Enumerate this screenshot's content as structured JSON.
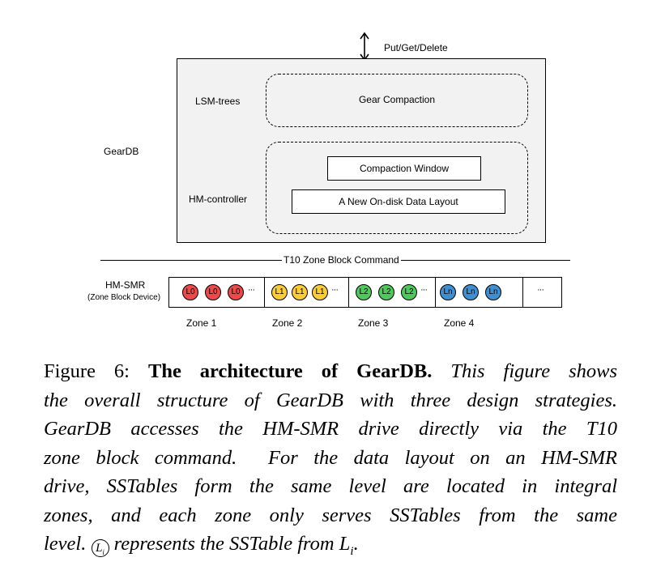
{
  "diagram": {
    "api_label": "Put/Get/Delete",
    "system_label": "GearDB",
    "lsm_label": "LSM-trees",
    "gear_compaction": "Gear Compaction",
    "hm_controller": "HM-controller",
    "compaction_window": "Compaction Window",
    "data_layout": "A New On-disk Data Layout",
    "command_label": "T10 Zone Block Command",
    "device_title": "HM-SMR",
    "device_subtitle": "(Zone Block Device)",
    "ellipsis": "···",
    "zones": [
      {
        "name": "Zone 1",
        "level": "L0",
        "color": "#ef4848"
      },
      {
        "name": "Zone 2",
        "level": "L1",
        "color": "#fbcc33"
      },
      {
        "name": "Zone 3",
        "level": "L2",
        "color": "#4fc75a"
      },
      {
        "name": "Zone 4",
        "level": "Ln",
        "color": "#3f8fd0"
      }
    ],
    "colors": {
      "box_fill": "#f2f2f2",
      "border": "#000000"
    }
  },
  "caption": {
    "figure_number": "Figure 6:",
    "title": "The architecture of GearDB.",
    "line1_rest": "This figure shows",
    "line2": "the overall structure of GearDB with three design strategies.",
    "line3": "GearDB accesses the HM-SMR drive directly via the T10",
    "line4": "zone block command.  For the data layout on an HM-SMR",
    "line5": "drive, SSTables form the same level are located in integral",
    "line6": "zones, and each zone only serves SSTables from the same",
    "line7_start": "level.",
    "glyph_letter": "L",
    "glyph_sub": "i",
    "line7_mid": "represents the SSTable from",
    "line7_end_letter": "L",
    "line7_end_sub": "i",
    "line7_end_punct": "."
  }
}
